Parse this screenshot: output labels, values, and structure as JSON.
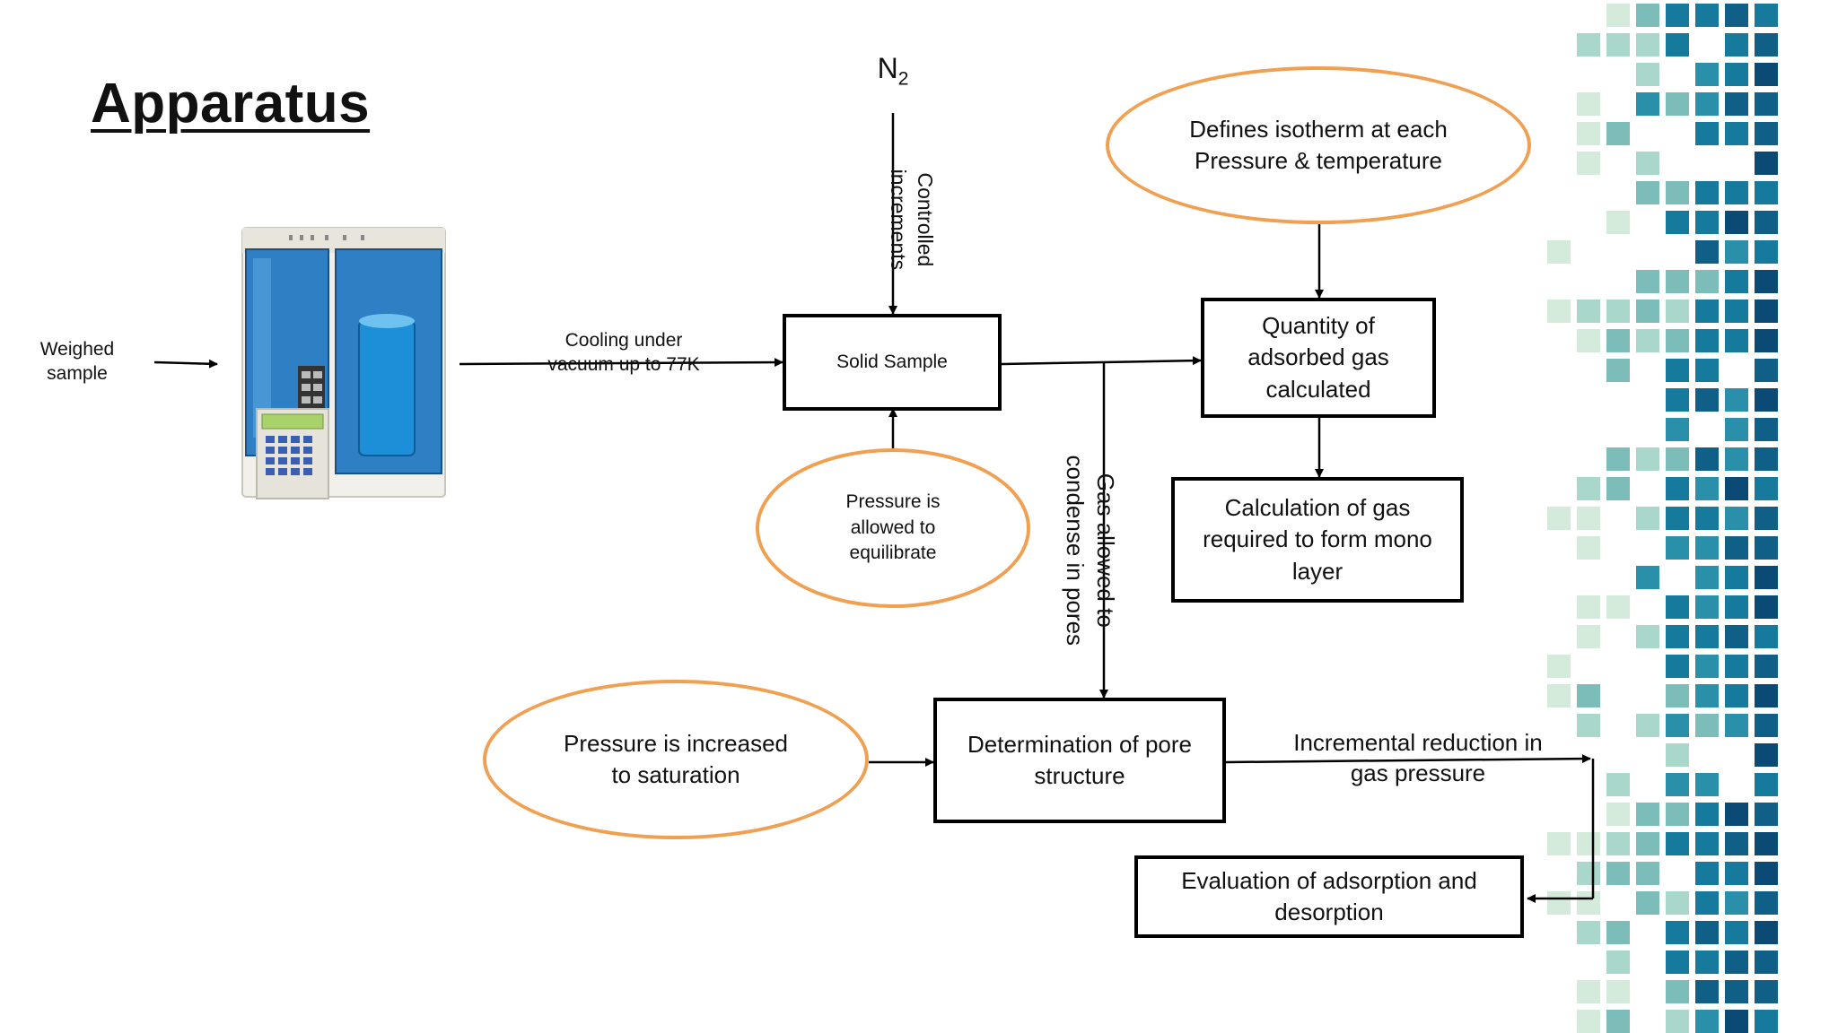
{
  "title": "Apparatus",
  "colors": {
    "oval_stroke": "#f0a050",
    "pixel_palette": [
      "#d4eadb",
      "#a9d7cb",
      "#7cbdb9",
      "#2a8fa8",
      "#157a9b",
      "#0f5f87",
      "#0b4a74"
    ]
  },
  "labels": {
    "weighed_sample": "Weighed sample",
    "cooling": "Cooling under vacuum up to 77K",
    "n2_base": "N",
    "n2_sub": "2",
    "controlled": "Controlled increments",
    "gas_condense": "Gas allowed to condense in pores",
    "incremental": "Incremental reduction in gas pressure"
  },
  "boxes": {
    "solid_sample": "Solid Sample",
    "quantity": "Quantity of adsorbed gas calculated",
    "calculation": "Calculation of gas required to form mono layer",
    "pore_structure": "Determination of pore structure",
    "evaluation": "Evaluation of adsorption and desorption"
  },
  "ovals": {
    "equilibrate": "Pressure is allowed to equilibrate",
    "isotherm": "Defines isotherm at each Pressure & temperature",
    "saturation": "Pressure is increased to saturation"
  }
}
